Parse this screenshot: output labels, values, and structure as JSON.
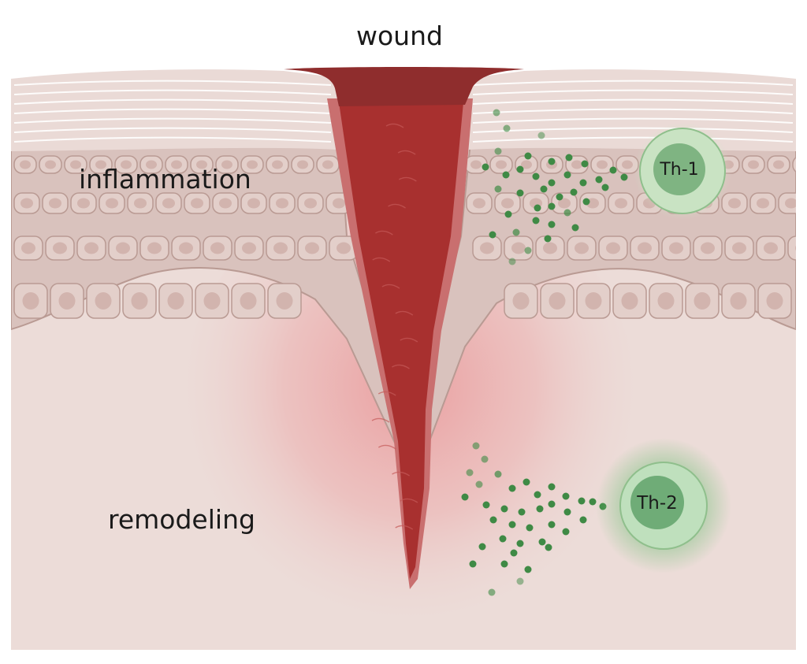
{
  "labels": {
    "wound": "wound",
    "inflammation": "inflammation",
    "remodeling": "remodeling"
  },
  "cells": {
    "th1": {
      "name": "Th-1"
    },
    "th2": {
      "name": "Th-2"
    }
  },
  "colors": {
    "background": "#ffffff",
    "dermis": "#ecdcd8",
    "epidermis": "#d9c2bd",
    "cell_outline": "#b99a93",
    "stratum_corneum": "#eadad6",
    "wound": "#a8302f",
    "wound_dark": "#8f2d2d",
    "wound_edge": "#c96f6f",
    "inflammation_glow": "#e98a8d",
    "cytokine": "#3f8a45",
    "t_cell_outer": "#bfe0bd",
    "t_cell_inner": "#6fac77"
  }
}
